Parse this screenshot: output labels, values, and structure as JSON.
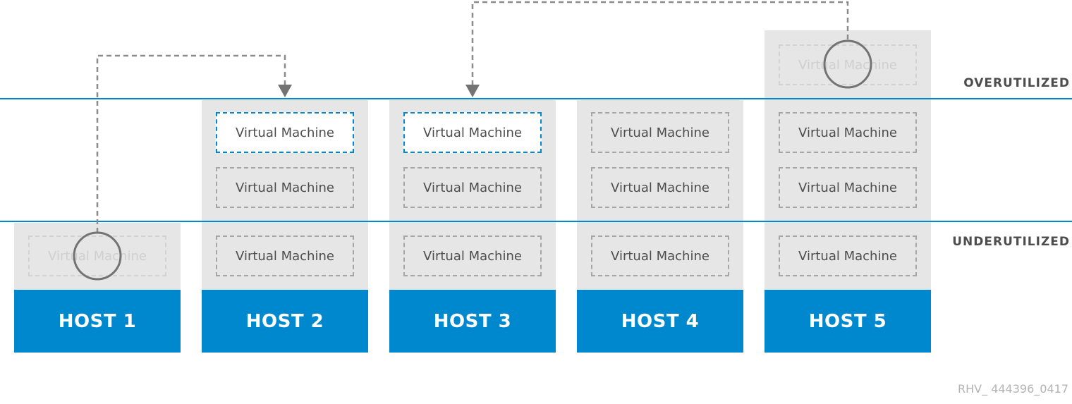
{
  "thresholds": {
    "over_label": "OVERUTILIZED",
    "under_label": "UNDERUTILIZED"
  },
  "vm_label": "Virtual Machine",
  "hosts": [
    {
      "label": "HOST 1"
    },
    {
      "label": "HOST 2"
    },
    {
      "label": "HOST 3"
    },
    {
      "label": "HOST 4"
    },
    {
      "label": "HOST 5"
    }
  ],
  "caption": "RHV_ 444396_0417",
  "colors": {
    "accent": "#0088ce",
    "column_bg": "#e6e6e6",
    "arrow": "#8c8c8c"
  }
}
